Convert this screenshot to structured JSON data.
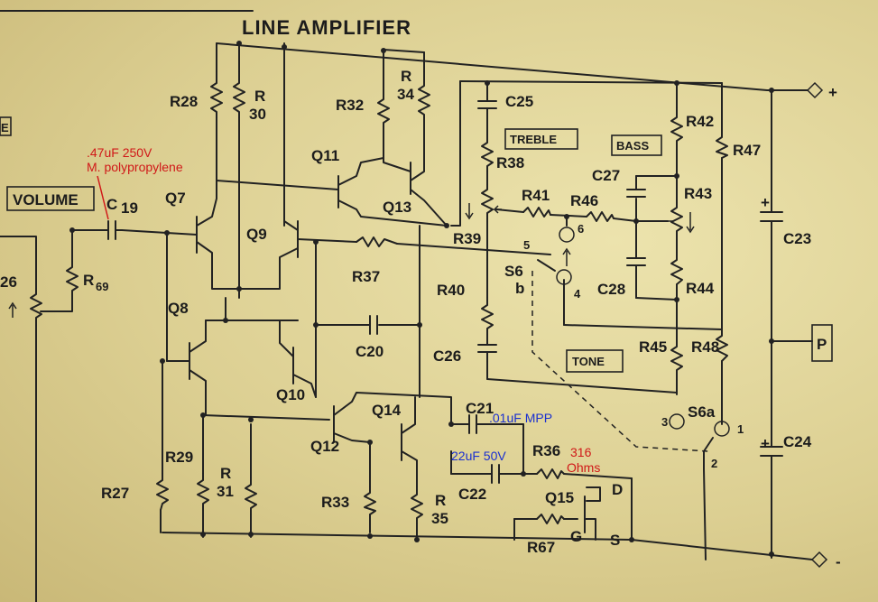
{
  "title": "LINE AMPLIFIER",
  "boxes": {
    "volume": "VOLUME",
    "treble": "TREBLE",
    "bass": "BASS",
    "tone": "TONE",
    "p": "P",
    "edge_e": "E"
  },
  "supply": {
    "plus": "+",
    "minus": "-"
  },
  "components": {
    "R28": "R28",
    "R30a": "R",
    "R30b": "30",
    "R32": "R32",
    "R34a": "R",
    "R34b": "34",
    "R42": "R42",
    "R47": "R47",
    "R38": "R38",
    "R41": "R41",
    "R46": "R46",
    "R43": "R43",
    "R39": "R39",
    "R37": "R37",
    "R40": "R40",
    "R44": "R44",
    "R45": "R45",
    "R48": "R48",
    "R29": "R29",
    "R27": "R27",
    "R31a": "R",
    "R31b": "31",
    "R33": "R33",
    "R35a": "R",
    "R35b": "35",
    "R36": "R36",
    "R67": "R67",
    "R69a": "R",
    "R69b": "69",
    "r26": "26",
    "C25": "C25",
    "C27": "C27",
    "C28": "C28",
    "C23": "C23",
    "C24": "C24",
    "C20": "C20",
    "C26": "C26",
    "C21": "C21",
    "C22": "C22",
    "C19a": "C",
    "C19b": "19",
    "Q7": "Q7",
    "Q8": "Q8",
    "Q9": "Q9",
    "Q10": "Q10",
    "Q11": "Q11",
    "Q12": "Q12",
    "Q13": "Q13",
    "Q14": "Q14",
    "Q15": "Q15",
    "S6": "S6",
    "S6b": "b",
    "S6a": "S6a",
    "pin1": "1",
    "pin2": "2",
    "pin3": "3",
    "pin4": "4",
    "pin5": "5",
    "pin6": "6",
    "D": "D",
    "G": "G",
    "S": "S",
    "plus_c23": "+",
    "plus_c24": "+"
  },
  "annotations": {
    "c19_value": ".47uF 250V",
    "c19_type": "M. polypropylene",
    "c21_value": ".01uF MPP",
    "c22_value": "22uF 50V",
    "r36_value": "316",
    "r36_unit": "Ohms"
  },
  "colors": {
    "annotation_red": "#d01818",
    "annotation_blue": "#1a2fd0",
    "paper": "#e3d79d",
    "ink": "#222222"
  }
}
